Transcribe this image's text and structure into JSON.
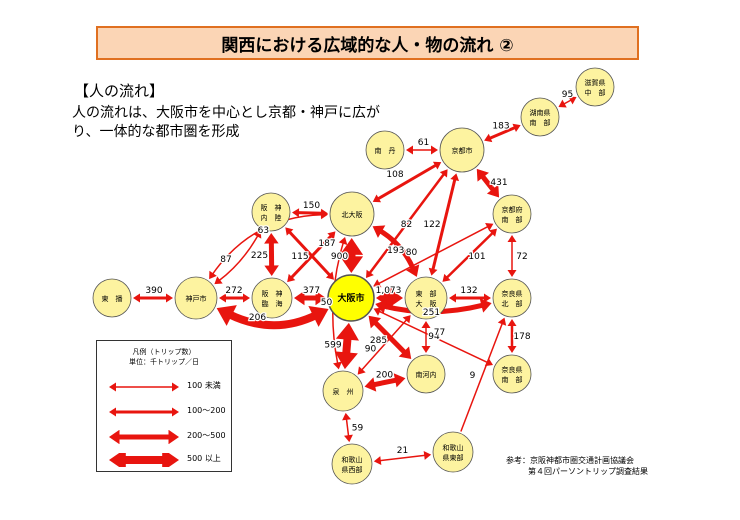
{
  "title": "関西における広域的な人・物の流れ ②",
  "section_heading": "【人の流れ】",
  "description": "人の流れは、大阪市を中心とし京都・神戸に広がり、一体的な都市圏を形成",
  "colors": {
    "arrow": "#e8150f",
    "node_fill": "#fdf3a0",
    "center_fill": "#ffff00",
    "title_bg": "#fbd5b5",
    "title_border": "#e07020"
  },
  "nodes": [
    {
      "id": "shiga",
      "label": [
        "滋賀県",
        "中　部"
      ]
    },
    {
      "id": "koka",
      "label": [
        "湖南県",
        "南　部"
      ]
    },
    {
      "id": "nantan",
      "label": [
        "南　丹"
      ]
    },
    {
      "id": "kyoto",
      "label": [
        "京都市"
      ]
    },
    {
      "id": "kyotosouth",
      "label": [
        "京都府",
        "南　部"
      ]
    },
    {
      "id": "hanshin_n",
      "label": [
        "阪　神",
        "内　陸"
      ]
    },
    {
      "id": "kitaosaka",
      "label": [
        "北大阪"
      ]
    },
    {
      "id": "tohan",
      "label": [
        "東　播"
      ]
    },
    {
      "id": "kobe",
      "label": [
        "神戸市"
      ]
    },
    {
      "id": "hanshin_s",
      "label": [
        "阪　神",
        "臨　海"
      ]
    },
    {
      "id": "osaka",
      "label": [
        "大阪市"
      ]
    },
    {
      "id": "higashi",
      "label": [
        "東　部",
        "大　阪"
      ]
    },
    {
      "id": "nara_n",
      "label": [
        "奈良県",
        "北　部"
      ]
    },
    {
      "id": "minamikawachi",
      "label": [
        "南河内"
      ]
    },
    {
      "id": "senshu",
      "label": [
        "泉　州"
      ]
    },
    {
      "id": "nara_s",
      "label": [
        "奈良県",
        "南　部"
      ]
    },
    {
      "id": "wakayama_w",
      "label": [
        "和歌山",
        "県西部"
      ]
    },
    {
      "id": "wakayama_e",
      "label": [
        "和歌山",
        "県東部"
      ]
    }
  ],
  "edge_values": [
    "95",
    "183",
    "61",
    "431",
    "108",
    "63",
    "150",
    "187",
    "82",
    "193",
    "122",
    "87",
    "225",
    "115",
    "900",
    "80",
    "101",
    "72",
    "390",
    "272",
    "377",
    "1,073",
    "132",
    "251",
    "206",
    "178",
    "94",
    "285",
    "599",
    "50",
    "90",
    "200",
    "77",
    "9",
    "59",
    "21"
  ],
  "legend": {
    "title": "凡例（トリップ数）",
    "unit": "単位：千トリップ／日",
    "items": [
      "100 未満",
      "100～200",
      "200～500",
      "500 以上"
    ]
  },
  "source": {
    "line1": "参考：京阪神都市圏交通計画協議会",
    "line2": "第４回パーソントリップ調査結果"
  }
}
